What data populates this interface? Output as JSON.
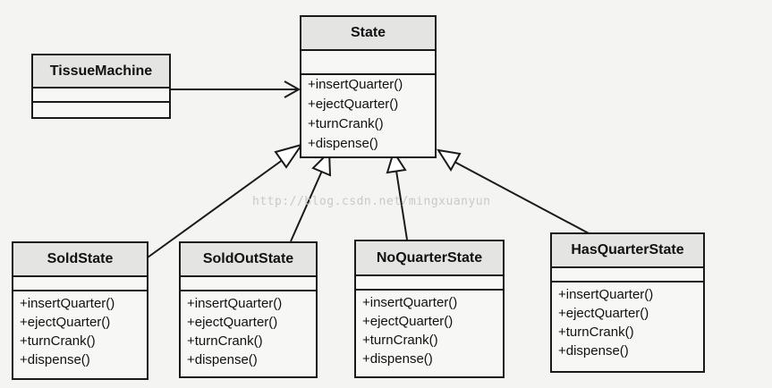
{
  "watermark": "http://blog.csdn.net/mingxuanyun",
  "classes": {
    "state": {
      "name": "State",
      "operations": [
        "+insertQuarter()",
        "+ejectQuarter()",
        "+turnCrank()",
        "+dispense()"
      ]
    },
    "tissue_machine": {
      "name": "TissueMachine"
    },
    "sold": {
      "name": "SoldState",
      "operations": [
        "+insertQuarter()",
        "+ejectQuarter()",
        "+turnCrank()",
        "+dispense()"
      ]
    },
    "sold_out": {
      "name": "SoldOutState",
      "operations": [
        "+insertQuarter()",
        "+ejectQuarter()",
        "+turnCrank()",
        "+dispense()"
      ]
    },
    "no_quarter": {
      "name": "NoQuarterState",
      "operations": [
        "+insertQuarter()",
        "+ejectQuarter()",
        "+turnCrank()",
        "+dispense()"
      ]
    },
    "has_quarter": {
      "name": "HasQuarterState",
      "operations": [
        "+insertQuarter()",
        "+ejectQuarter()",
        "+turnCrank()",
        "+dispense()"
      ]
    }
  },
  "relations": [
    {
      "type": "association",
      "from": "tissue_machine",
      "to": "state"
    },
    {
      "type": "generalization",
      "from": "sold",
      "to": "state"
    },
    {
      "type": "generalization",
      "from": "sold_out",
      "to": "state"
    },
    {
      "type": "generalization",
      "from": "no_quarter",
      "to": "state"
    },
    {
      "type": "generalization",
      "from": "has_quarter",
      "to": "state"
    }
  ],
  "colors": {
    "line": "#1a1a1a",
    "background": "#f4f4f2",
    "header": "#e4e4e2",
    "watermark": "#c9c9c9"
  }
}
